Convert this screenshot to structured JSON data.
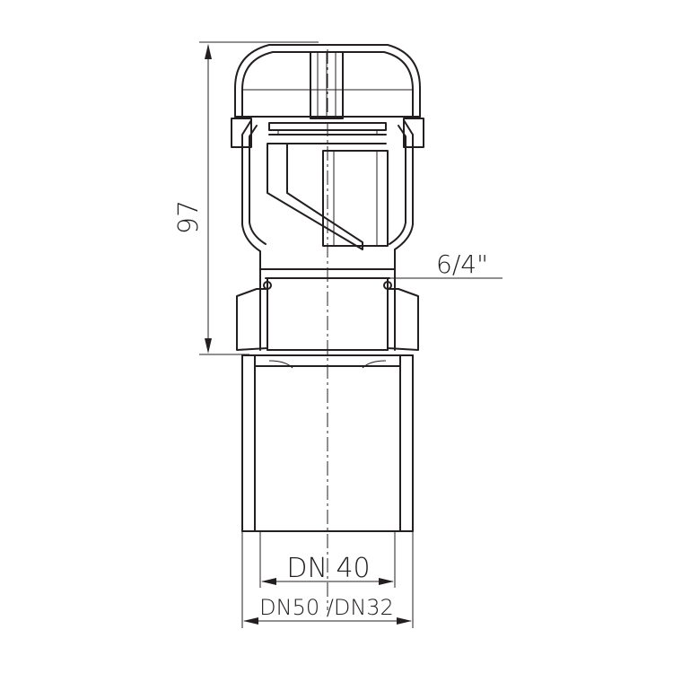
{
  "dimensions": {
    "height_label": "97",
    "thread_label": "6/4\"",
    "inner_diameter_label": "DN 40",
    "outer_diameter_label": "DN50 /DN32"
  },
  "colors": {
    "line": "#231f20",
    "background": "#ffffff"
  }
}
